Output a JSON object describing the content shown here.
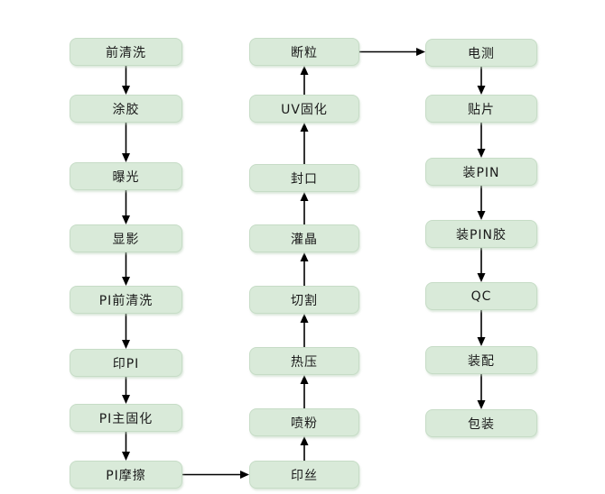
{
  "diagram": {
    "type": "flowchart",
    "background_color": "#ffffff",
    "node_fill_color": "#d9ead9",
    "node_border_color": "#c6dcc6",
    "arrow_color": "#000000",
    "text_color": "#1a1a1a",
    "columns": [
      {
        "name": "column-left",
        "flow_direction": "down",
        "nodes": [
          {
            "label": "前清洗"
          },
          {
            "label": "涂胶"
          },
          {
            "label": "曝光"
          },
          {
            "label": "显影"
          },
          {
            "label": "PI前清洗"
          },
          {
            "label": "印PI"
          },
          {
            "label": "PI主固化"
          },
          {
            "label": "PI摩擦"
          }
        ]
      },
      {
        "name": "column-middle",
        "flow_direction": "up",
        "nodes": [
          {
            "label": "断粒"
          },
          {
            "label": "UV固化"
          },
          {
            "label": "封口"
          },
          {
            "label": "灌晶"
          },
          {
            "label": "切割"
          },
          {
            "label": "热压"
          },
          {
            "label": "喷粉"
          },
          {
            "label": "印丝"
          }
        ]
      },
      {
        "name": "column-right",
        "flow_direction": "down",
        "nodes": [
          {
            "label": "电测"
          },
          {
            "label": "贴片"
          },
          {
            "label": "装PIN"
          },
          {
            "label": "装PIN胶"
          },
          {
            "label": "QC"
          },
          {
            "label": "装配"
          },
          {
            "label": "包装"
          }
        ]
      }
    ],
    "cross_links": [
      {
        "from": "PI摩擦",
        "to": "印丝",
        "direction": "right"
      },
      {
        "from": "断粒",
        "to": "电测",
        "direction": "right"
      }
    ]
  }
}
